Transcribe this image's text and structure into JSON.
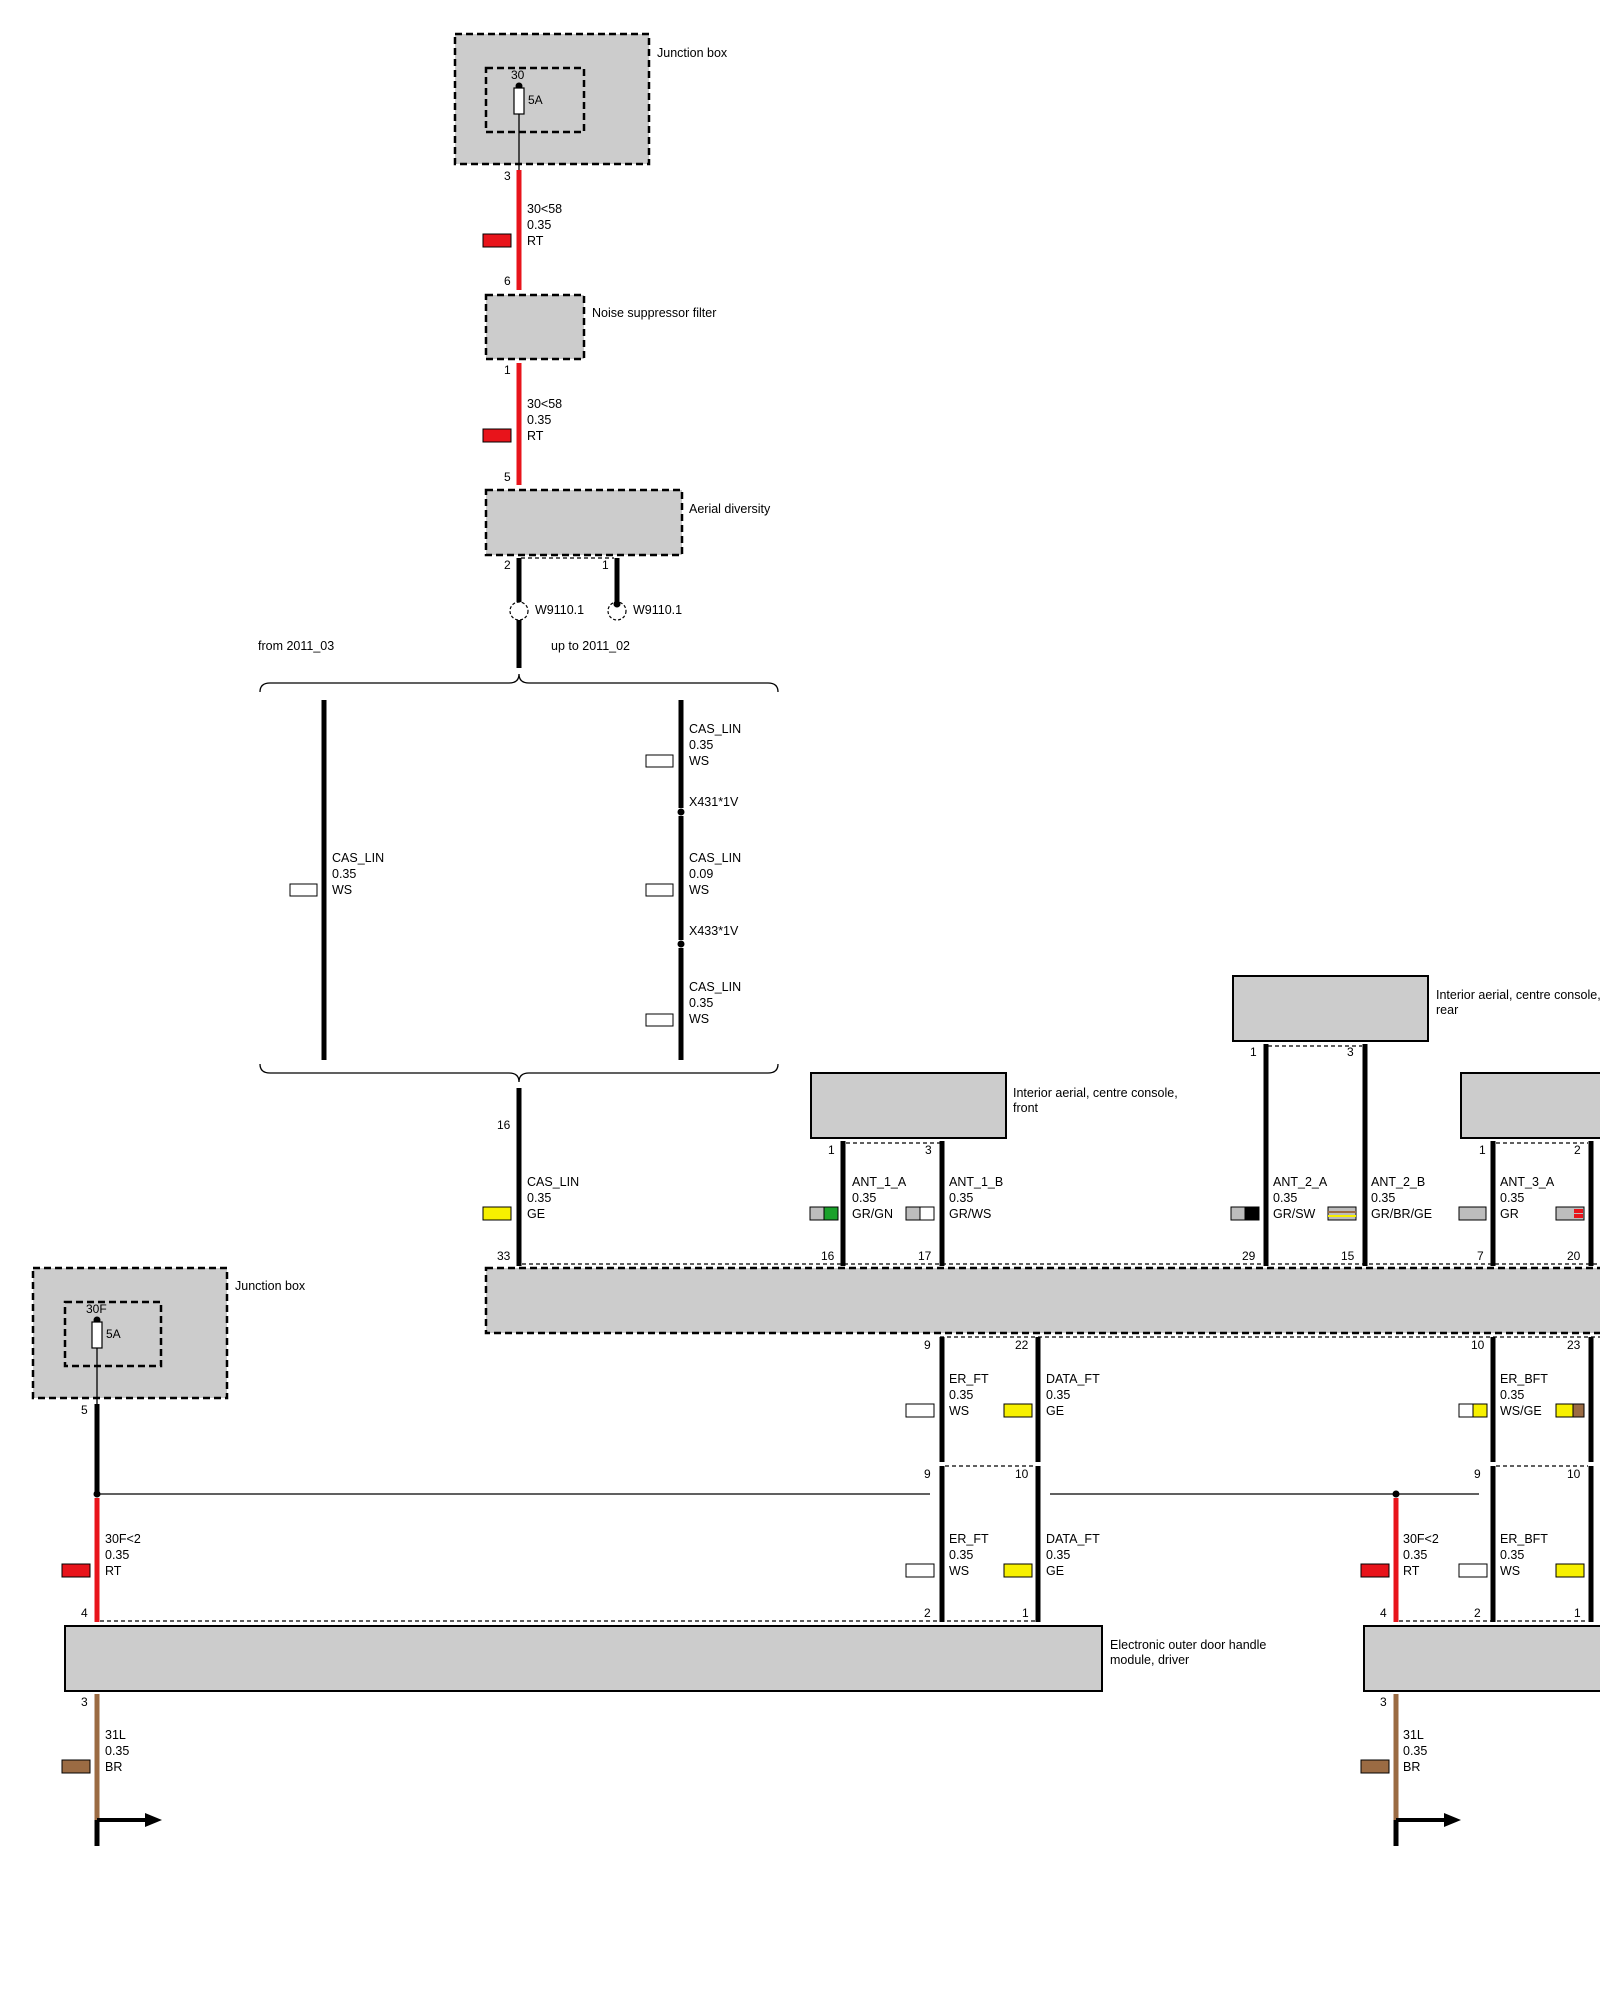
{
  "components": {
    "junction_box_top": {
      "label": "Junction box",
      "pin_in": "30",
      "fuse": "5A",
      "pin_out": "3"
    },
    "noise_filter": {
      "label": "Noise suppressor filter",
      "pin_in": "6",
      "pin_out": "1"
    },
    "aerial_diversity": {
      "label": "Aerial diversity",
      "pin_in": "5",
      "pin_a": "2",
      "pin_b": "1"
    },
    "shield_a": "W9110.1",
    "shield_b": "W9110.1",
    "variant_left": "from 2011_03",
    "variant_right": "up to 2011_02",
    "connector_1": "X431*1V",
    "connector_2": "X433*1V",
    "interior_front": {
      "label_line1": "Interior aerial, centre console,",
      "label_line2": "front",
      "pin_a": "1",
      "pin_b": "3"
    },
    "interior_rear": {
      "label_line1": "Interior aerial, centre console,",
      "label_line2": "rear",
      "pin_a": "1",
      "pin_b": "3"
    },
    "interior_third": {
      "pin_a": "1",
      "pin_b": "2"
    },
    "junction_box_left": {
      "label": "Junction box",
      "pin_in": "30F",
      "fuse": "5A",
      "pin_out": "5"
    },
    "door_module_driver": {
      "label_line1": "Electronic outer door handle",
      "label_line2": "module, driver"
    },
    "module_pins_top": [
      "16",
      "33",
      "16",
      "17",
      "29",
      "15",
      "7",
      "20"
    ],
    "module_pins_bottom": [
      "9",
      "22",
      "10",
      "23"
    ],
    "splice_pins": [
      "9",
      "10",
      "9",
      "10"
    ],
    "door_pins_left": [
      "4",
      "3",
      "2",
      "1"
    ],
    "door_pins_right": [
      "4",
      "3",
      "2",
      "1"
    ]
  },
  "wires": {
    "w1": {
      "signal": "30<58",
      "size": "0.35",
      "color": "RT"
    },
    "w2": {
      "signal": "30<58",
      "size": "0.35",
      "color": "RT"
    },
    "cas_left": {
      "signal": "CAS_LIN",
      "size": "0.35",
      "color": "WS"
    },
    "cas_r1": {
      "signal": "CAS_LIN",
      "size": "0.35",
      "color": "WS"
    },
    "cas_r2": {
      "signal": "CAS_LIN",
      "size": "0.09",
      "color": "WS"
    },
    "cas_r3": {
      "signal": "CAS_LIN",
      "size": "0.35",
      "color": "WS"
    },
    "cas_main": {
      "signal": "CAS_LIN",
      "size": "0.35",
      "color": "GE"
    },
    "ant1a": {
      "signal": "ANT_1_A",
      "size": "0.35",
      "color": "GR/GN"
    },
    "ant1b": {
      "signal": "ANT_1_B",
      "size": "0.35",
      "color": "GR/WS"
    },
    "ant2a": {
      "signal": "ANT_2_A",
      "size": "0.35",
      "color": "GR/SW"
    },
    "ant2b": {
      "signal": "ANT_2_B",
      "size": "0.35",
      "color": "GR/BR/GE"
    },
    "ant3a": {
      "signal": "ANT_3_A",
      "size": "0.35",
      "color": "GR"
    },
    "er_ft_1": {
      "signal": "ER_FT",
      "size": "0.35",
      "color": "WS"
    },
    "data_ft_1": {
      "signal": "DATA_FT",
      "size": "0.35",
      "color": "GE"
    },
    "er_bft_1": {
      "signal": "ER_BFT",
      "size": "0.35",
      "color": "WS/GE"
    },
    "pwr_left": {
      "signal": "30F<2",
      "size": "0.35",
      "color": "RT"
    },
    "er_ft_2": {
      "signal": "ER_FT",
      "size": "0.35",
      "color": "WS"
    },
    "data_ft_2": {
      "signal": "DATA_FT",
      "size": "0.35",
      "color": "GE"
    },
    "pwr_right": {
      "signal": "30F<2",
      "size": "0.35",
      "color": "RT"
    },
    "er_bft_2": {
      "signal": "ER_BFT",
      "size": "0.35",
      "color": "WS"
    },
    "gnd_left": {
      "signal": "31L",
      "size": "0.35",
      "color": "BR"
    },
    "gnd_right": {
      "signal": "31L",
      "size": "0.35",
      "color": "BR"
    }
  },
  "palette": {
    "RT": "#e8141b",
    "WS": "#ffffff",
    "GE": "#f7f000",
    "GR": "#bdbdbd",
    "GN": "#1aa12b",
    "SW": "#000000",
    "BR": "#9b6b43"
  }
}
